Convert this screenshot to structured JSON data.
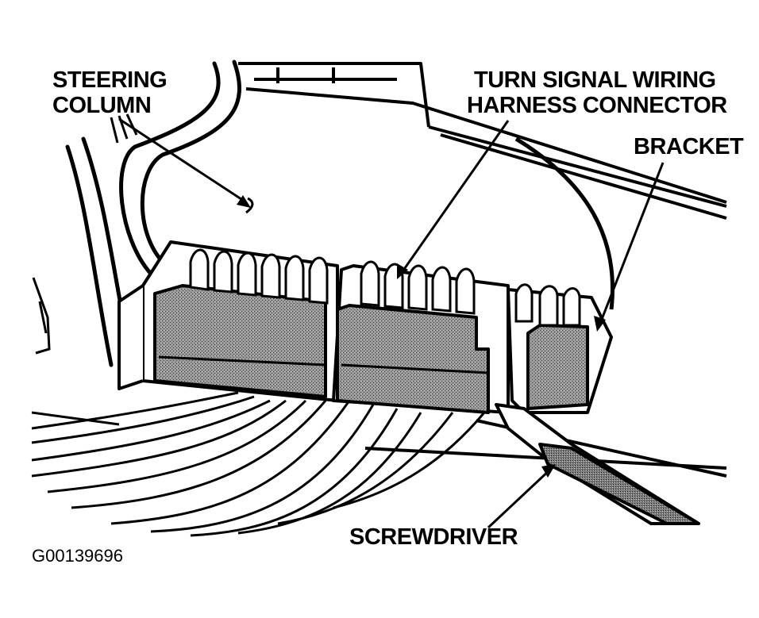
{
  "labels": {
    "steering_column_line1": "STEERING",
    "steering_column_line2": "COLUMN",
    "connector_line1": "TURN SIGNAL WIRING",
    "connector_line2": "HARNESS CONNECTOR",
    "bracket": "BRACKET",
    "screwdriver": "SCREWDRIVER"
  },
  "figure_id": "G00139696",
  "colors": {
    "ink": "#000000",
    "paper": "#ffffff",
    "shade": "#8c8c8c"
  }
}
